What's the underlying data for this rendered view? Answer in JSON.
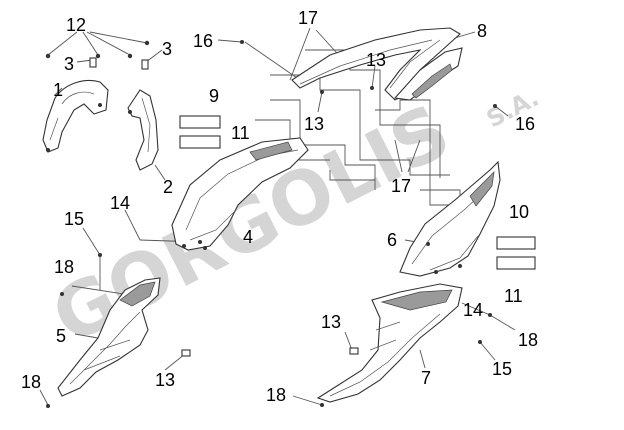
{
  "watermark": {
    "brand": "GORGOLIS",
    "suffix": "S.A."
  },
  "callouts": [
    {
      "key": "c12",
      "label": "12"
    },
    {
      "key": "c3a",
      "label": "3"
    },
    {
      "key": "c3b",
      "label": "3"
    },
    {
      "key": "c1",
      "label": "1"
    },
    {
      "key": "c2",
      "label": "2"
    },
    {
      "key": "c16a",
      "label": "16"
    },
    {
      "key": "c17a",
      "label": "17"
    },
    {
      "key": "c8",
      "label": "8"
    },
    {
      "key": "c13a",
      "label": "13"
    },
    {
      "key": "c13b",
      "label": "13"
    },
    {
      "key": "c16b",
      "label": "16"
    },
    {
      "key": "c9",
      "label": "9"
    },
    {
      "key": "c11a",
      "label": "11"
    },
    {
      "key": "c17b",
      "label": "17"
    },
    {
      "key": "c14a",
      "label": "14"
    },
    {
      "key": "c15a",
      "label": "15"
    },
    {
      "key": "c4",
      "label": "4"
    },
    {
      "key": "c6",
      "label": "6"
    },
    {
      "key": "c10",
      "label": "10"
    },
    {
      "key": "c11b",
      "label": "11"
    },
    {
      "key": "c18a",
      "label": "18"
    },
    {
      "key": "c5",
      "label": "5"
    },
    {
      "key": "c13c",
      "label": "13"
    },
    {
      "key": "c18b",
      "label": "18"
    },
    {
      "key": "c13d",
      "label": "13"
    },
    {
      "key": "c14b",
      "label": "14"
    },
    {
      "key": "c18c",
      "label": "18"
    },
    {
      "key": "c15b",
      "label": "15"
    },
    {
      "key": "c7",
      "label": "7"
    },
    {
      "key": "c18d",
      "label": "18"
    }
  ]
}
